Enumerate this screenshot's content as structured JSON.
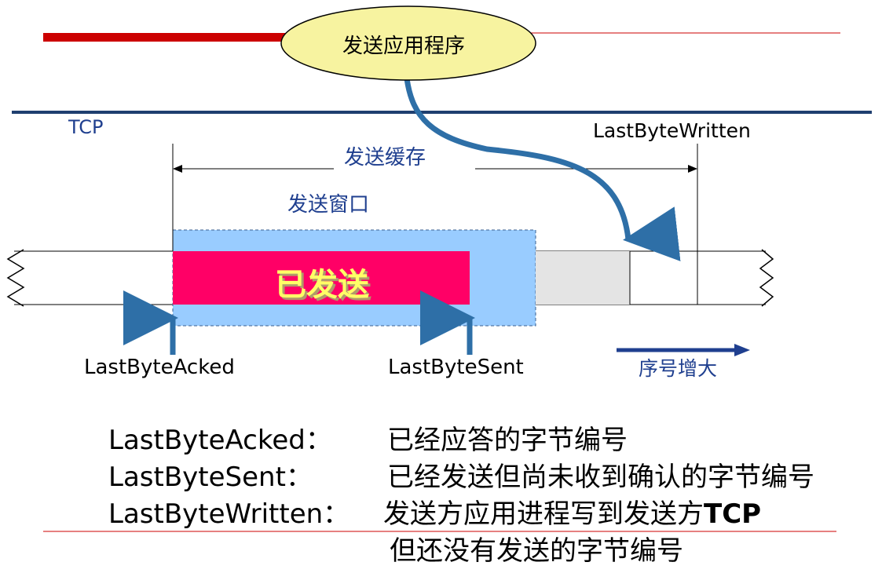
{
  "app_bubble": {
    "label": "发送应用程序",
    "fill": "#f7f3a0"
  },
  "tcp_label": "TCP",
  "send_buffer_label": "发送缓存",
  "send_window_label": "发送窗口",
  "sent_block_label": "已发送",
  "pointers": {
    "last_byte_acked": "LastByteAcked",
    "last_byte_sent": "LastByteSent",
    "last_byte_written": "LastByteWritten"
  },
  "seq_increase_label": "序号增大",
  "definitions": [
    {
      "term": "LastByteAcked：",
      "desc": "已经应答的字节编号"
    },
    {
      "term": "LastByteSent：",
      "desc": "已经发送但尚未收到确认的字节编号"
    },
    {
      "term": "LastByteWritten：",
      "desc": "发送方应用进程写到发送方",
      "desc_bold": "TCP",
      "desc_line2": "但还没有发送的字节编号"
    }
  ],
  "colors": {
    "sent": "#ff0066",
    "window": "#99ccff",
    "written_unsent": "#e4e4e4",
    "arrow_blue": "#2e6fa7",
    "sent_text": "#ffff66",
    "header_red": "#cc0000",
    "header_navy": "#1f3f6f"
  }
}
